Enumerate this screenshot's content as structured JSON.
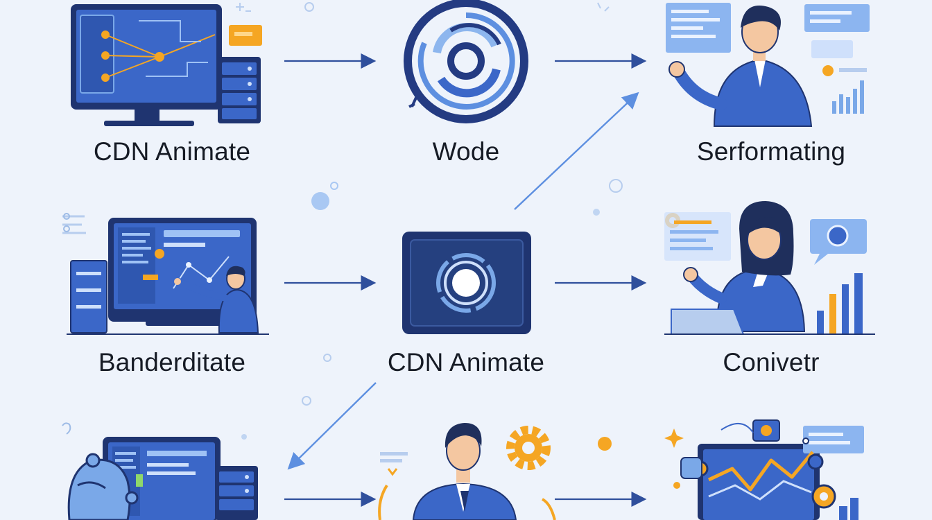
{
  "nodes": {
    "cdn_animate_top": {
      "label": "CDN Animate",
      "icon": "monitor-flowchart-icon"
    },
    "wode": {
      "label": "Wode",
      "icon": "swirl-logo-icon"
    },
    "serformating": {
      "label": "Serformating",
      "icon": "man-presenting-icon"
    },
    "banderditate": {
      "label": "Banderditate",
      "icon": "man-at-monitor-icon"
    },
    "cdn_animate_center": {
      "label": "CDN Animate",
      "icon": "ring-button-icon"
    },
    "conivetr": {
      "label": "Conivetr",
      "icon": "woman-presenting-icon"
    },
    "bottom_left": {
      "label": "",
      "icon": "robot-at-monitor-icon"
    },
    "bottom_center": {
      "label": "",
      "icon": "man-with-gear-icon"
    },
    "bottom_right": {
      "label": "",
      "icon": "dashboard-graph-icon"
    }
  },
  "colors": {
    "background": "#eef3fb",
    "primary_blue": "#3b67c8",
    "dark_navy": "#1f3470",
    "light_blue": "#7aa8e8",
    "accent_orange": "#f5a623",
    "label_text": "#161b25"
  }
}
